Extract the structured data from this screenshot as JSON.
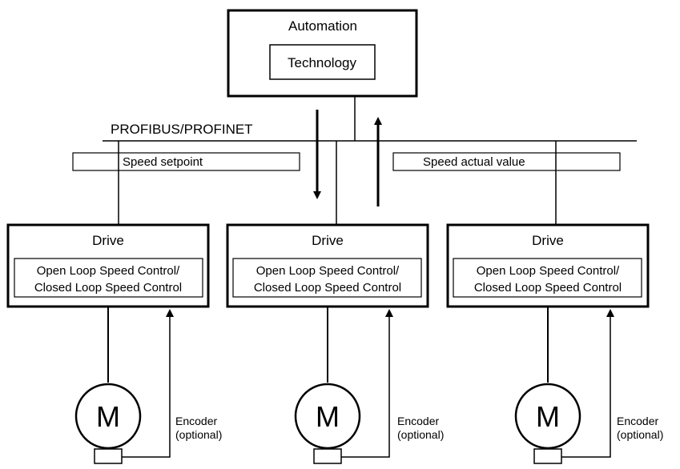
{
  "automation": {
    "title": "Automation",
    "technology_label": "Technology"
  },
  "bus": {
    "label": "PROFIBUS/PROFINET"
  },
  "signals": {
    "setpoint_label": "Speed setpoint",
    "actual_label": "Speed actual value"
  },
  "drives": [
    {
      "title": "Drive",
      "control_line1": "Open Loop Speed Control/",
      "control_line2": "Closed Loop Speed Control",
      "motor_label": "M",
      "encoder_line1": "Encoder",
      "encoder_line2": "(optional)"
    },
    {
      "title": "Drive",
      "control_line1": "Open Loop Speed Control/",
      "control_line2": "Closed Loop Speed Control",
      "motor_label": "M",
      "encoder_line1": "Encoder",
      "encoder_line2": "(optional)"
    },
    {
      "title": "Drive",
      "control_line1": "Open Loop Speed Control/",
      "control_line2": "Closed Loop Speed Control",
      "motor_label": "M",
      "encoder_line1": "Encoder",
      "encoder_line2": "(optional)"
    }
  ]
}
